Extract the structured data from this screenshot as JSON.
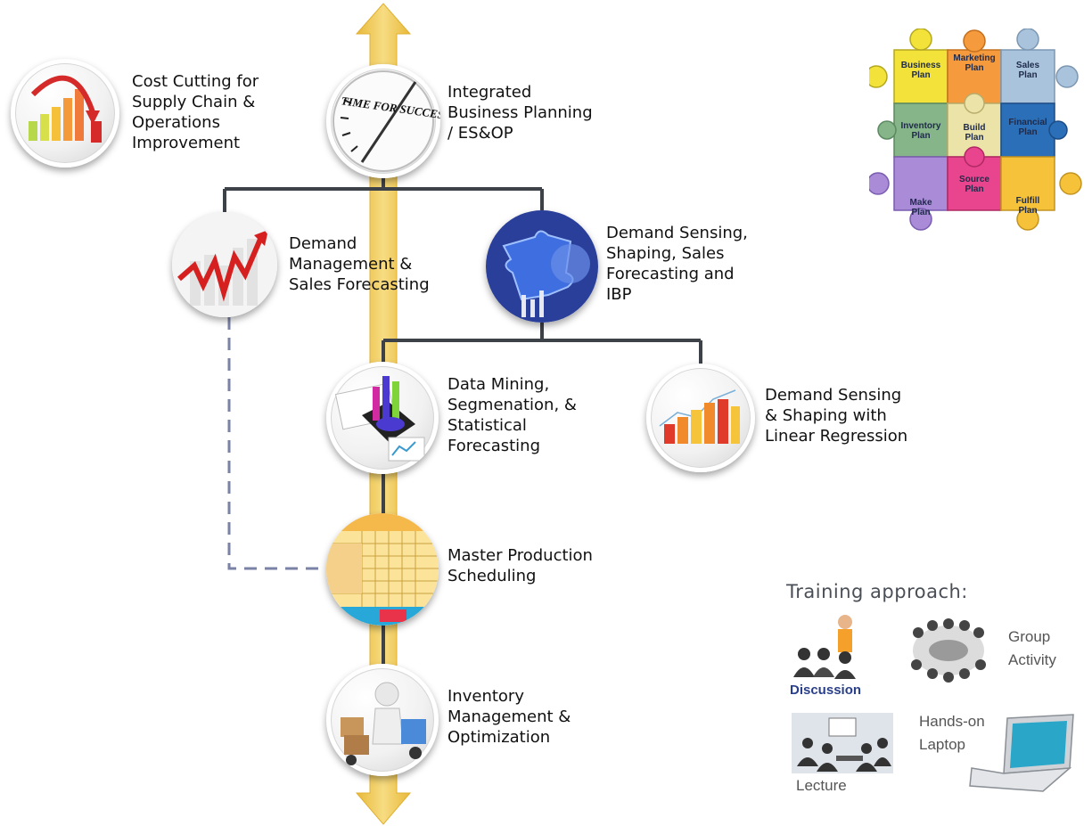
{
  "nodes": {
    "cost_cutting": "Cost Cutting for\nSupply Chain &\nOperations\nImprovement",
    "ibp": "Integrated\nBusiness Planning\n/ ES&OP",
    "demand_mgmt": "Demand\nManagement &\nSales Forecasting",
    "demand_sensing_ibp": "Demand Sensing,\nShaping, Sales\nForecasting and\nIBP",
    "data_mining": "Data Mining,\nSegmenation, &\nStatistical\nForecasting",
    "linear_regression": "Demand Sensing\n& Shaping with\nLinear Regression",
    "mps": "Master Production\nScheduling",
    "inventory": "Inventory\nManagement &\nOptimization"
  },
  "images": {
    "ibp_dial_text": "TIME FOR SUCCESS"
  },
  "puzzle": [
    {
      "label": "Business\nPlan",
      "color": "#f2e23a"
    },
    {
      "label": "Marketing\nPlan",
      "color": "#f59a3d"
    },
    {
      "label": "Sales\nPlan",
      "color": "#a9c3dc"
    },
    {
      "label": "Inventory\nPlan",
      "color": "#86b58a"
    },
    {
      "label": "Build\nPlan",
      "color": "#ece3a8"
    },
    {
      "label": "Financial\nPlan",
      "color": "#2b6fb8"
    },
    {
      "label": "Make\nPlan",
      "color": "#a98bd8"
    },
    {
      "label": "Source\nPlan",
      "color": "#e8458e"
    },
    {
      "label": "Fulfill\nPlan",
      "color": "#f5c23a"
    }
  ],
  "training": {
    "title": "Training approach:",
    "discussion": "Discussion",
    "group_activity": "Group\nActivity",
    "lecture": "Lecture",
    "hands_on": "Hands-on\nLaptop"
  },
  "colors": {
    "spine": "#f0c84a",
    "connector": "#3d4148",
    "dashed": "#7a82a6"
  }
}
